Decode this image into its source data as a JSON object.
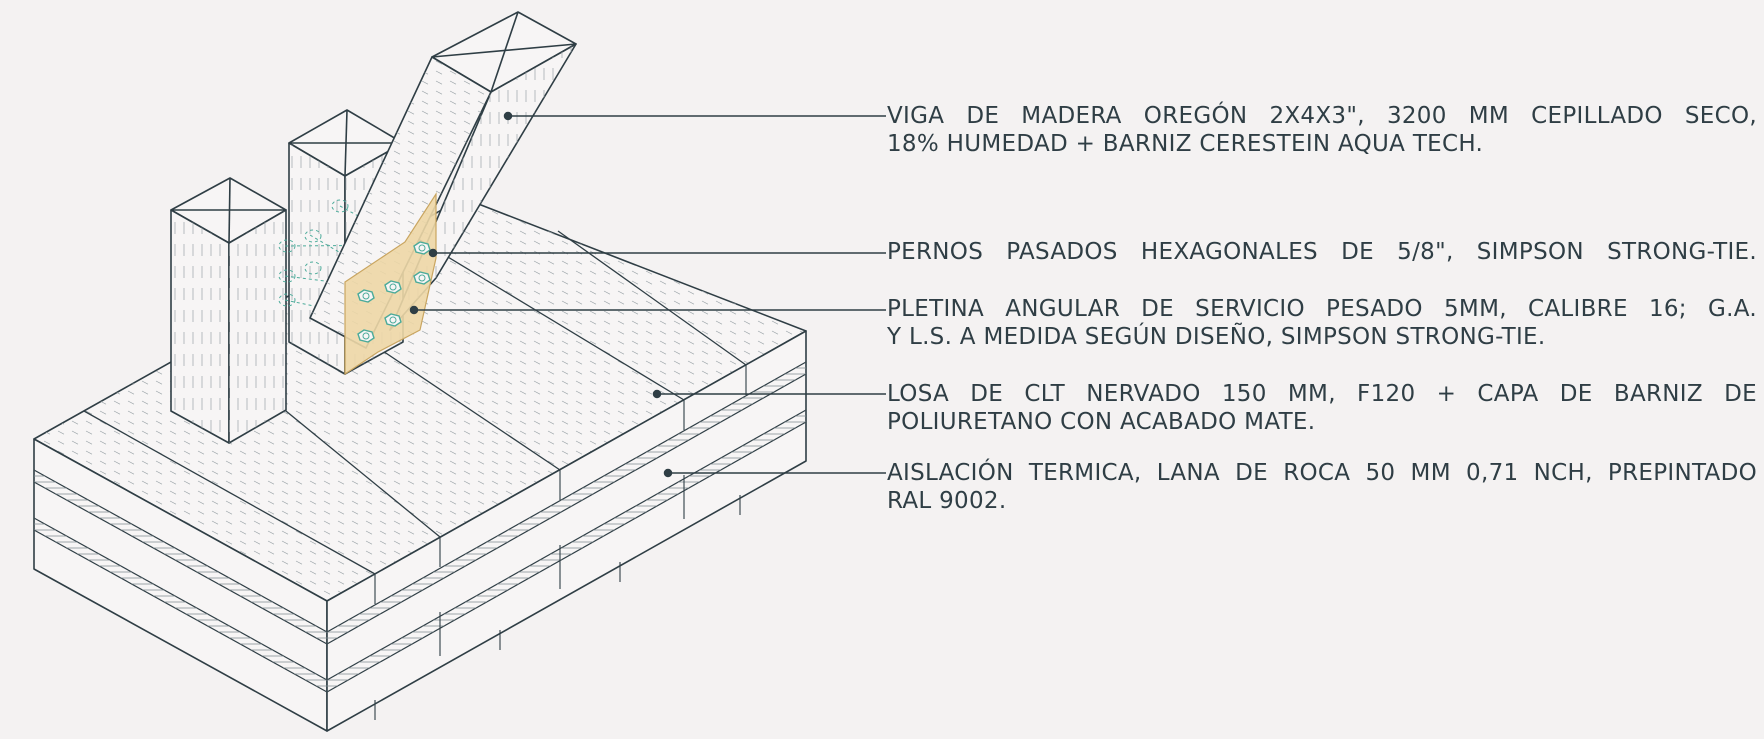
{
  "figure": {
    "colors": {
      "background": "#f4f2f2",
      "line": "#2f3e45",
      "wood_face": "#f7f5f5",
      "bracket": "#edd7a6",
      "bolt": "#4cab9a"
    },
    "annotations": [
      {
        "lines": [
          "VIGA DE MADERA OREGÓN 2X4X3\", 3200 MM CEPILLADO SECO,",
          "18% HUMEDAD + BARNIZ CERESTEIN AQUA TECH."
        ]
      },
      {
        "lines": [
          "PERNOS PASADOS HEXAGONALES DE 5/8\",  SIMPSON STRONG-TIE."
        ]
      },
      {
        "lines": [
          "PLETINA ANGULAR DE SERVICIO PESADO 5MM, CALIBRE 16; G.A.",
          "Y L.S. A MEDIDA SEGÚN DISEÑO, SIMPSON STRONG-TIE."
        ]
      },
      {
        "lines": [
          "LOSA DE CLT NERVADO 150 MM, F120 + CAPA DE BARNIZ DE",
          "POLIURETANO CON ACABADO MATE."
        ]
      },
      {
        "lines": [
          "AISLACIÓN TERMICA, LANA DE ROCA 50 MM 0,71 NCH, PREPINTADO",
          "RAL 9002."
        ]
      }
    ]
  }
}
